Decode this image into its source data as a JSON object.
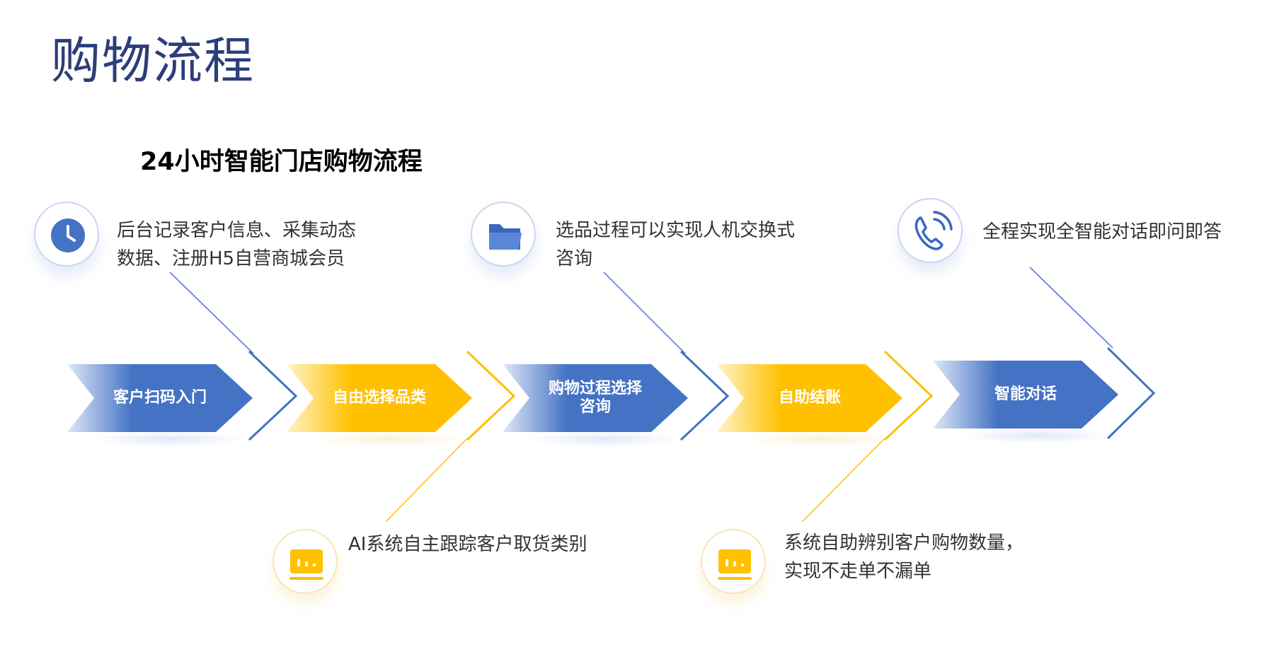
{
  "page": {
    "title": "购物流程"
  },
  "diagram": {
    "subtitle": "24小时智能门店购物流程",
    "steps": [
      {
        "label_line1": "客户扫码入门",
        "label_line2": "",
        "color": "blue"
      },
      {
        "label_line1": "自由选择品类",
        "label_line2": "",
        "color": "yellow"
      },
      {
        "label_line1": "购物过程选择",
        "label_line2": "咨询",
        "color": "blue"
      },
      {
        "label_line1": "自助结账",
        "label_line2": "",
        "color": "yellow"
      },
      {
        "label_line1": "智能对话",
        "label_line2": "",
        "color": "blue"
      }
    ],
    "notes_top": [
      {
        "icon": "clock-icon",
        "line1": "后台记录客户信息、采集动态",
        "line2": "数据、注册H5自营商城会员"
      },
      {
        "icon": "folder-icon",
        "line1": "选品过程可以实现人机交换式",
        "line2": "咨询"
      },
      {
        "icon": "phone-icon",
        "line1": "全程实现全智能对话即问即答",
        "line2": ""
      }
    ],
    "notes_bottom": [
      {
        "icon": "monitor-chart-icon",
        "line1": "AI系统自主跟踪客户取货类别",
        "line2": ""
      },
      {
        "icon": "monitor-chart-icon",
        "line1": "系统自助辨别客户购物数量，",
        "line2": "实现不走单不漏单"
      }
    ]
  },
  "colors": {
    "blue": "#4472c4",
    "yellow": "#ffc000",
    "title": "#2c3e7a"
  }
}
